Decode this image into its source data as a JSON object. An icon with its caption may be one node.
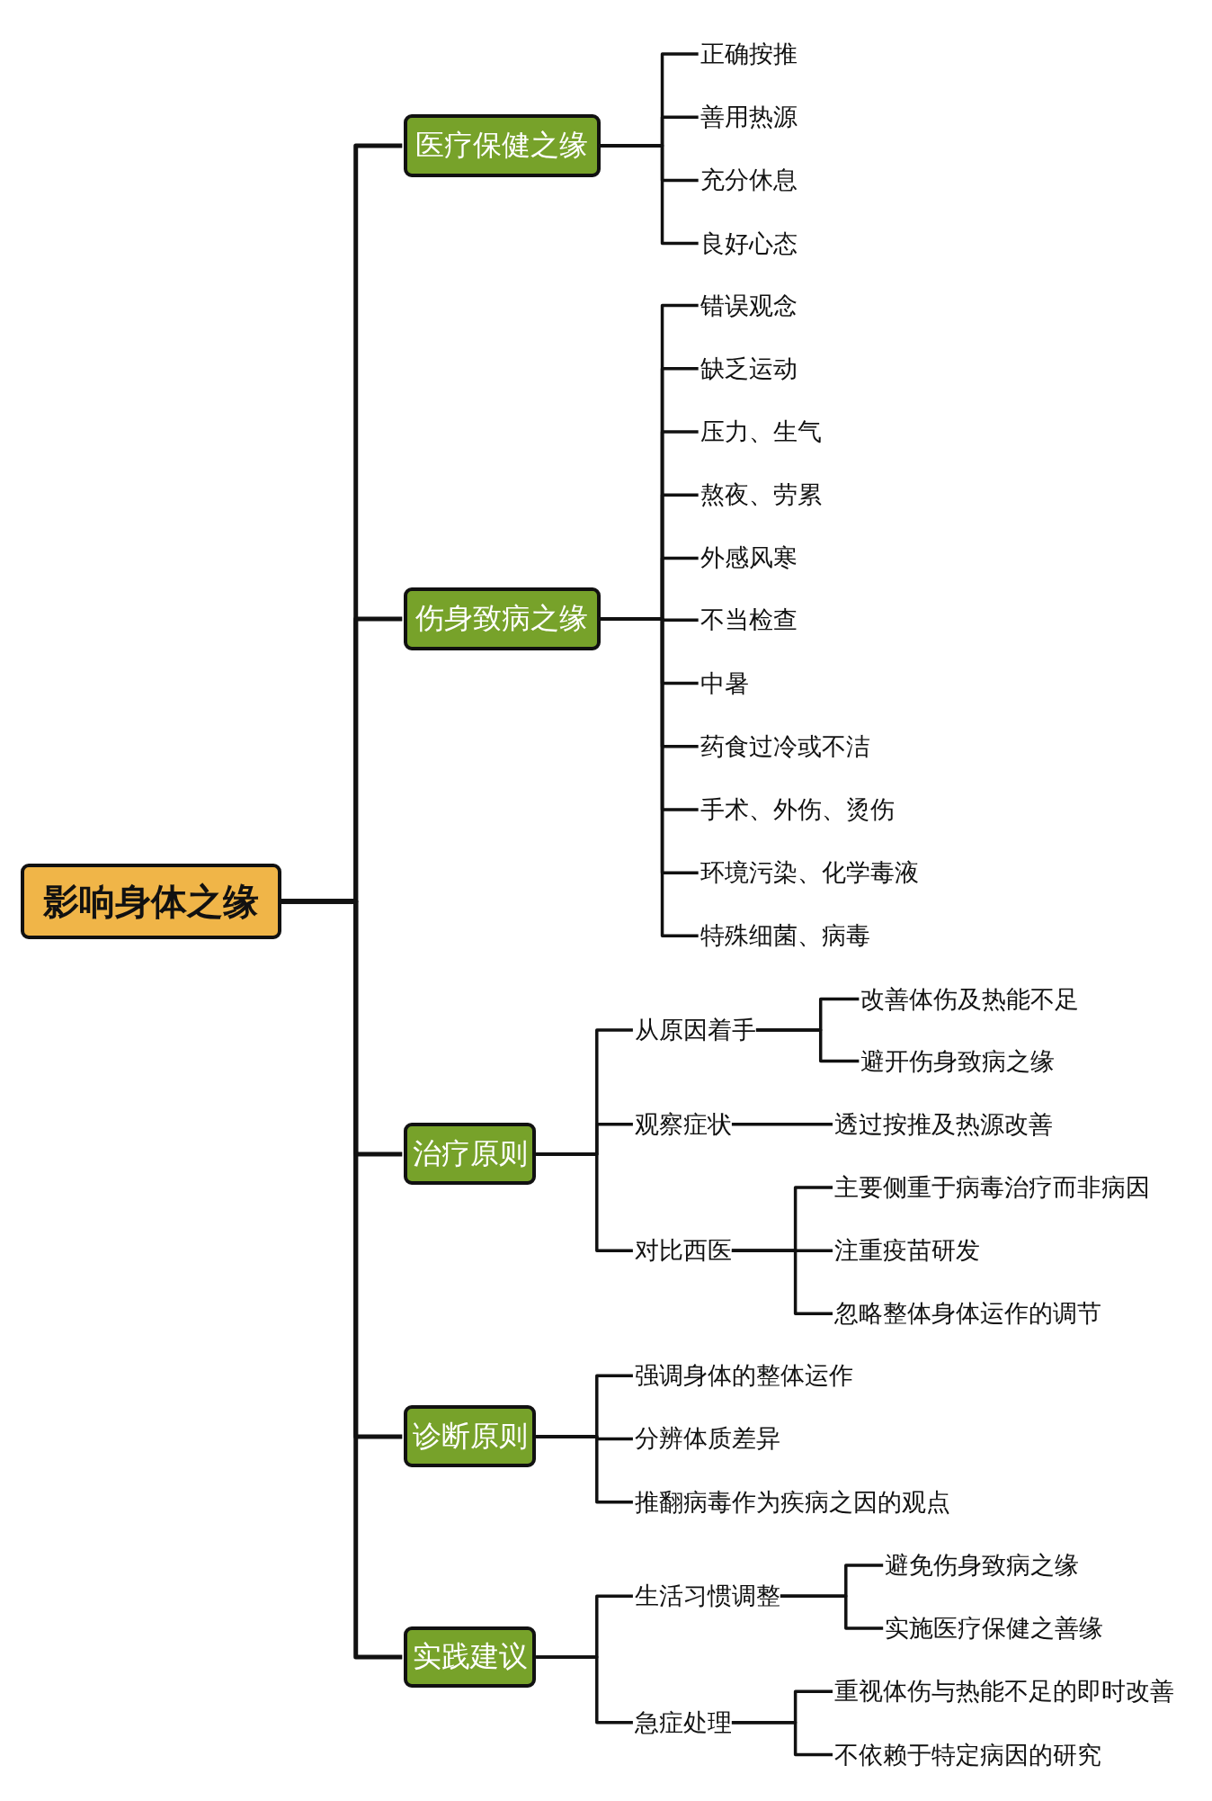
{
  "diagram": {
    "nodes": [
      {
        "text": [
          "影响身体之缘"
        ]
      },
      {
        "text": [
          "医疗保健之缘"
        ]
      },
      {
        "text": [
          "正确按推"
        ]
      },
      {
        "text": [
          "善用热源"
        ]
      },
      {
        "text": [
          "充分休息"
        ]
      },
      {
        "text": [
          "良好心态"
        ]
      },
      {
        "text": [
          "伤身致病之缘"
        ]
      },
      {
        "text": [
          "错误观念"
        ]
      },
      {
        "text": [
          "缺乏运动"
        ]
      },
      {
        "text": [
          "压力、生气"
        ]
      },
      {
        "text": [
          "熬夜、劳累"
        ]
      },
      {
        "text": [
          "外感风寒"
        ]
      },
      {
        "text": [
          "不当检查"
        ]
      },
      {
        "text": [
          "中暑"
        ]
      },
      {
        "text": [
          "药食过冷或不洁"
        ]
      },
      {
        "text": [
          "手术、外伤、烫伤"
        ]
      },
      {
        "text": [
          "环境污染、化学毒液"
        ]
      },
      {
        "text": [
          "特殊细菌、病毒"
        ]
      },
      {
        "text": [
          "治疗原则"
        ]
      },
      {
        "text": [
          "从原因着手"
        ]
      },
      {
        "text": [
          "改善体伤及热能不足"
        ]
      },
      {
        "text": [
          "避开伤身致病之缘"
        ]
      },
      {
        "text": [
          "观察症状"
        ]
      },
      {
        "text": [
          "透过按推及热源改善"
        ]
      },
      {
        "text": [
          "对比西医"
        ]
      },
      {
        "text": [
          "主要侧重于病毒治疗而非病因"
        ]
      },
      {
        "text": [
          "注重疫苗研发"
        ]
      },
      {
        "text": [
          "忽略整体身体运作的调节"
        ]
      },
      {
        "text": [
          "诊断原则"
        ]
      },
      {
        "text": [
          "强调身体的整体运作"
        ]
      },
      {
        "text": [
          "分辨体质差异"
        ]
      },
      {
        "text": [
          "推翻病毒作为疾病之因的观点"
        ]
      },
      {
        "text": [
          "实践建议"
        ]
      },
      {
        "text": [
          "生活习惯调整"
        ]
      },
      {
        "text": [
          "避免伤身致病之缘"
        ]
      },
      {
        "text": [
          "实施医疗保健之善缘"
        ]
      },
      {
        "text": [
          "急症处理"
        ]
      },
      {
        "text": [
          "重视体伤与热能不足的即时改善"
        ]
      },
      {
        "text": [
          "不依赖于特定病因的研究"
        ]
      }
    ],
    "edges": [
      {
        "from": 0,
        "to": 1,
        "arrow": "none"
      },
      {
        "from": 1,
        "to": 2,
        "arrow": "none"
      },
      {
        "from": 1,
        "to": 3,
        "arrow": "none"
      },
      {
        "from": 1,
        "to": 4,
        "arrow": "none"
      },
      {
        "from": 1,
        "to": 5,
        "arrow": "none"
      },
      {
        "from": 0,
        "to": 6,
        "arrow": "none"
      },
      {
        "from": 6,
        "to": 7,
        "arrow": "none"
      },
      {
        "from": 6,
        "to": 8,
        "arrow": "none"
      },
      {
        "from": 6,
        "to": 9,
        "arrow": "none"
      },
      {
        "from": 6,
        "to": 10,
        "arrow": "none"
      },
      {
        "from": 6,
        "to": 11,
        "arrow": "none"
      },
      {
        "from": 6,
        "to": 12,
        "arrow": "none"
      },
      {
        "from": 6,
        "to": 13,
        "arrow": "none"
      },
      {
        "from": 6,
        "to": 14,
        "arrow": "none"
      },
      {
        "from": 6,
        "to": 15,
        "arrow": "none"
      },
      {
        "from": 6,
        "to": 16,
        "arrow": "none"
      },
      {
        "from": 6,
        "to": 17,
        "arrow": "none"
      },
      {
        "from": 0,
        "to": 18,
        "arrow": "none"
      },
      {
        "from": 18,
        "to": 19,
        "arrow": "none"
      },
      {
        "from": 19,
        "to": 20,
        "arrow": "none"
      },
      {
        "from": 19,
        "to": 21,
        "arrow": "none"
      },
      {
        "from": 18,
        "to": 22,
        "arrow": "none"
      },
      {
        "from": 22,
        "to": 23,
        "arrow": "none"
      },
      {
        "from": 18,
        "to": 24,
        "arrow": "none"
      },
      {
        "from": 24,
        "to": 25,
        "arrow": "none"
      },
      {
        "from": 24,
        "to": 26,
        "arrow": "none"
      },
      {
        "from": 24,
        "to": 27,
        "arrow": "none"
      },
      {
        "from": 0,
        "to": 28,
        "arrow": "none"
      },
      {
        "from": 28,
        "to": 29,
        "arrow": "none"
      },
      {
        "from": 28,
        "to": 30,
        "arrow": "none"
      },
      {
        "from": 28,
        "to": 31,
        "arrow": "none"
      },
      {
        "from": 0,
        "to": 32,
        "arrow": "none"
      },
      {
        "from": 32,
        "to": 33,
        "arrow": "none"
      },
      {
        "from": 33,
        "to": 34,
        "arrow": "none"
      },
      {
        "from": 33,
        "to": 35,
        "arrow": "none"
      },
      {
        "from": 32,
        "to": 36,
        "arrow": "none"
      },
      {
        "from": 36,
        "to": 37,
        "arrow": "none"
      },
      {
        "from": 36,
        "to": 38,
        "arrow": "none"
      }
    ]
  }
}
